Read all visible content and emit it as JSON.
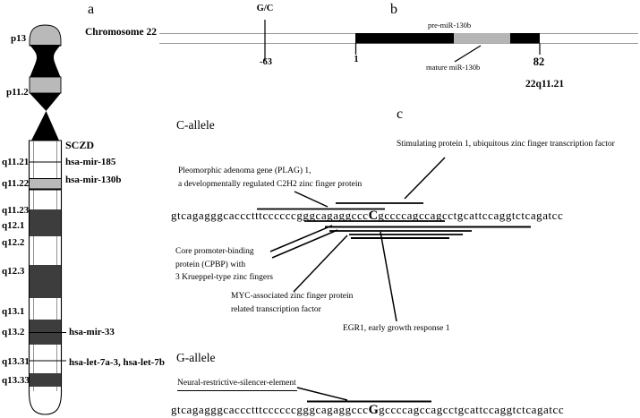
{
  "panel_labels": {
    "a": "a",
    "b": "b",
    "c": "c"
  },
  "chromosome": {
    "title": "Chromosome 22",
    "band_labels": [
      "p13",
      "p11.2",
      "q11.21",
      "q11.22",
      "q11.23",
      "q12.1",
      "q12.2",
      "q12.3",
      "q13.1",
      "q13.2",
      "q13.31",
      "q13.33"
    ],
    "annotations": {
      "sczd": "SCZD",
      "mir185": "hsa-mir-185",
      "mir130b": "hsa-mir-130b",
      "mir33": "hsa-mir-33",
      "let7": "hsa-let-7a-3, hsa-let-7b"
    }
  },
  "locus": {
    "snp_label": "G/C",
    "snp_position": "-63",
    "start": "1",
    "end": "82",
    "pre_label": "pre-miR-130b",
    "mature_label": "mature miR-130b",
    "cytoband": "22q11.21"
  },
  "alleles": {
    "c": {
      "title": "C-allele",
      "snp": "C"
    },
    "g": {
      "title": "G-allele",
      "snp": "G"
    },
    "seq_before": "gtcagagggcaccctttccccccgggcagaggccc",
    "seq_after": "gccccagccagcctgcattccaggtctcagatcc"
  },
  "tf_sites": {
    "sp1": "Stimulating protein 1, ubiquitous zinc finger transcription factor",
    "plag1_line1": "Pleomorphic adenoma gene (PLAG) 1,",
    "plag1_line2": "a developmentally regulated C2H2 zinc finger protein",
    "cpbp_line1": "Core promoter-binding",
    "cpbp_line2": "protein (CPBP) with",
    "cpbp_line3": "3 Krueppel-type zinc fingers",
    "myc_line1": "MYC-associated zinc finger protein",
    "myc_line2": "related transcription factor",
    "egr1": "EGR1, early growth response 1",
    "nrse": "Neural-restrictive-silencer-element"
  },
  "colors": {
    "band_dark": "#3d3d3d",
    "band_gray": "#b9b9b9",
    "dna_line_gray": "#999999",
    "pre_mir_box": "#000000",
    "mature_mir_box": "#b5b5b5"
  }
}
